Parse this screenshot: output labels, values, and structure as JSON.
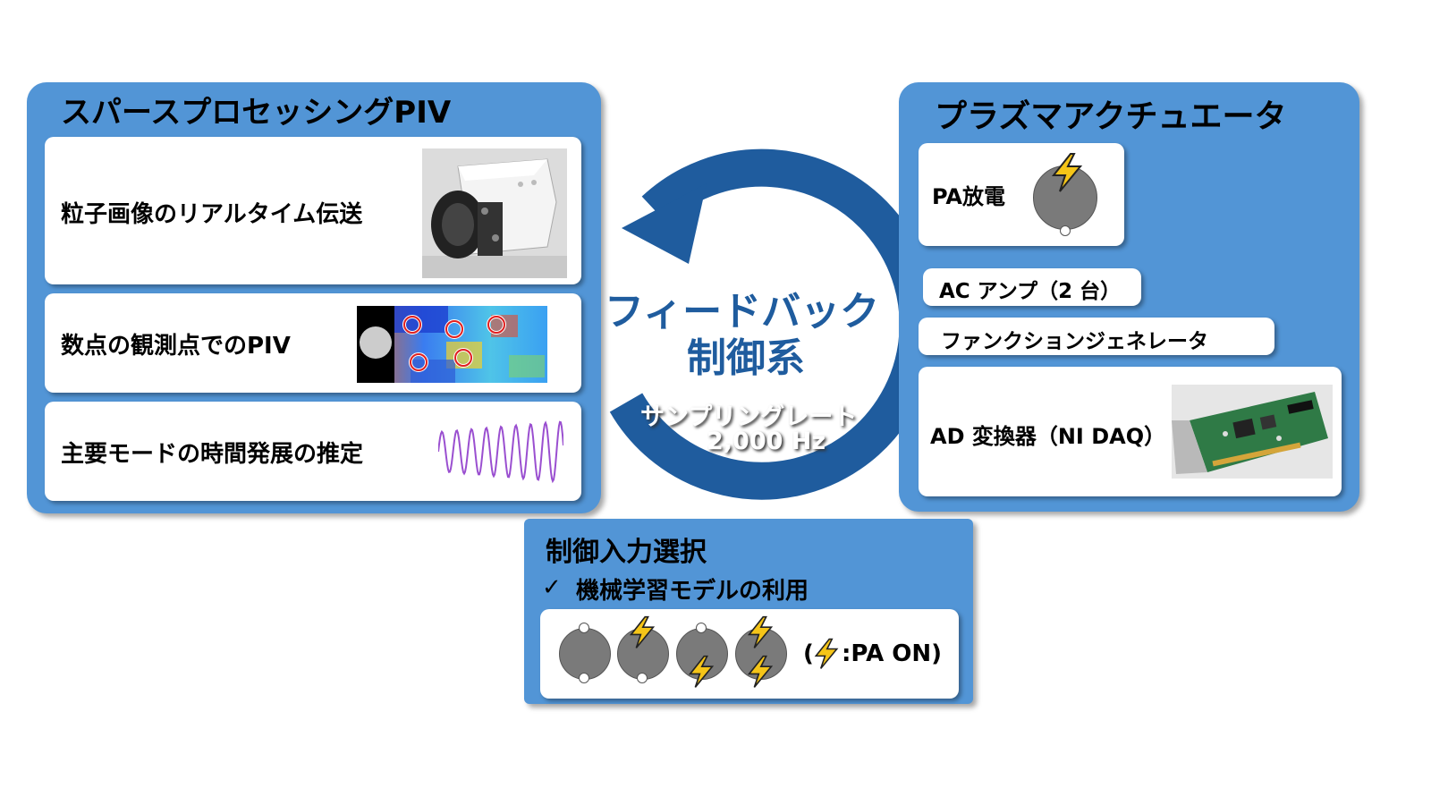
{
  "left_panel": {
    "title": "スパースプロセッシングPIV",
    "items": [
      {
        "label": "粒子画像のリアルタイム伝送",
        "image": "camera-photo"
      },
      {
        "label": "数点の観測点でのPIV",
        "image": "piv-field-heatmap"
      },
      {
        "label": "主要モードの時間発展の推定",
        "image": "mode-waveform"
      }
    ]
  },
  "center": {
    "loop_label_line1": "フィードバック",
    "loop_label_line2": "制御系",
    "rate_label_line1": "サンプリングレート",
    "rate_label_line2": "2,000 Hz"
  },
  "right_panel": {
    "title": "プラズマアクチュエータ",
    "pa_discharge": "PA放電",
    "ac_amp": "AC アンプ（2 台）",
    "function_generator": "ファンクションジェネレータ",
    "ad_converter": "AD 変換器（NI DAQ）"
  },
  "bottom_panel": {
    "title": "制御入力選択",
    "check_mark": "✓",
    "bullet": "機械学習モデルの利用",
    "legend_open": "(",
    "legend_text": ":PA ON)"
  },
  "colors": {
    "panel": "#5295d6",
    "arrow": "#1f5c9e",
    "lightning": "#f5c518",
    "circle_gray": "#7a7a7a"
  }
}
